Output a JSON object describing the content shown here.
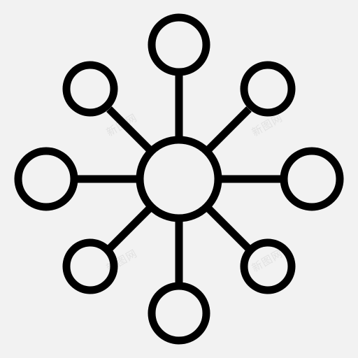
{
  "icon": {
    "name": "network-hub-icon",
    "stroke_color": "#000000",
    "background_color": "#f2f2f2",
    "satellite_count": 8
  },
  "watermarks": [
    "新图网",
    "新图网",
    "新图网",
    "新图网"
  ]
}
